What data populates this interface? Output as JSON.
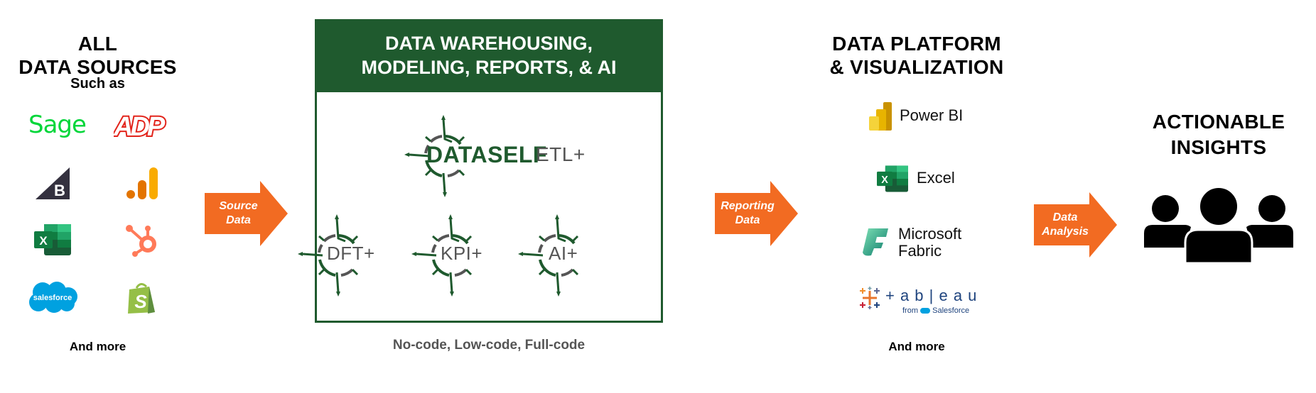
{
  "sources": {
    "title_line1": "ALL",
    "title_line2": "DATA SOURCES",
    "subtitle": "Such as",
    "logos": [
      "Sage",
      "ADP",
      "BigCommerce",
      "Google Analytics",
      "Excel",
      "HubSpot",
      "salesforce",
      "Shopify"
    ],
    "sage_label": "Sage",
    "salesforce_label": "salesforce",
    "more": "And more"
  },
  "arrows": [
    {
      "line1": "Source",
      "line2": "Data"
    },
    {
      "line1": "Reporting",
      "line2": "Data"
    },
    {
      "line1": "Data",
      "line2": "Analysis"
    }
  ],
  "warehouse": {
    "title_line1": "DATA WAREHOUSING,",
    "title_line2": "MODELING, REPORTS, & AI",
    "brand": "DATASELF",
    "main_product": "ETL+",
    "products": [
      "DFT+",
      "KPI+",
      "AI+"
    ],
    "caption": "No-code, Low-code, Full-code"
  },
  "platform": {
    "title_line1": "DATA PLATFORM",
    "title_line2": "& VISUALIZATION",
    "tools": [
      "Power BI",
      "Excel"
    ],
    "fabric_line1": "Microsoft",
    "fabric_line2": "Fabric",
    "tableau": "+ a b | e a u",
    "tableau_from": "from",
    "tableau_salesforce": "Salesforce",
    "more": "And more"
  },
  "insights": {
    "title_line1": "ACTIONABLE",
    "title_line2": "INSIGHTS"
  },
  "colors": {
    "green": "#1f5a2e",
    "orange": "#f26b22",
    "gray": "#555555"
  }
}
